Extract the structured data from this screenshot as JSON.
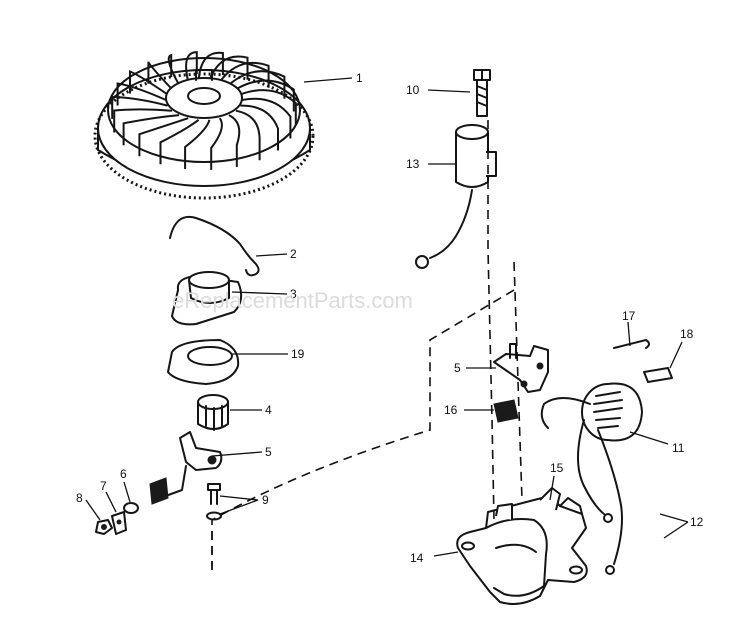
{
  "watermark": "eReplacementParts.com",
  "callouts": [
    {
      "id": "1",
      "label": "1"
    },
    {
      "id": "2",
      "label": "2"
    },
    {
      "id": "3",
      "label": "3"
    },
    {
      "id": "19",
      "label": "19"
    },
    {
      "id": "4",
      "label": "4"
    },
    {
      "id": "5a",
      "label": "5"
    },
    {
      "id": "6",
      "label": "6"
    },
    {
      "id": "7",
      "label": "7"
    },
    {
      "id": "8",
      "label": "8"
    },
    {
      "id": "9",
      "label": "9"
    },
    {
      "id": "10",
      "label": "10"
    },
    {
      "id": "13",
      "label": "13"
    },
    {
      "id": "5b",
      "label": "5"
    },
    {
      "id": "16",
      "label": "16"
    },
    {
      "id": "17",
      "label": "17"
    },
    {
      "id": "18",
      "label": "18"
    },
    {
      "id": "11",
      "label": "11"
    },
    {
      "id": "15",
      "label": "15"
    },
    {
      "id": "14",
      "label": "14"
    },
    {
      "id": "12",
      "label": "12"
    }
  ]
}
